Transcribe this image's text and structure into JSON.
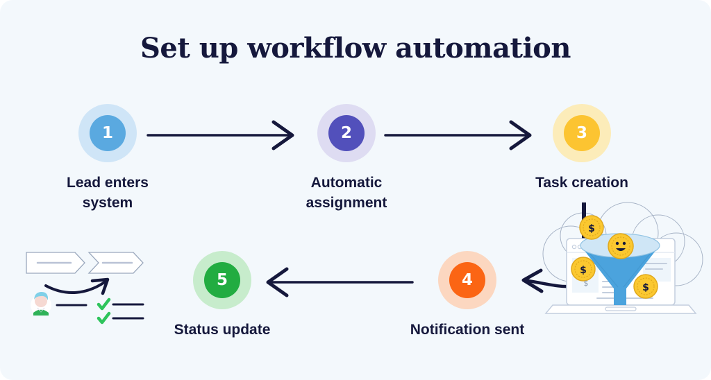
{
  "page": {
    "title": "Set up workflow automation",
    "background_color": "#f3f8fc",
    "text_color": "#15183c"
  },
  "steps": [
    {
      "number": "1",
      "label": "Lead enters system",
      "label_line1": "Lead enters",
      "label_line2": "system",
      "halo_color": "#cfe5f7",
      "bubble_color": "#5aa9e0",
      "number_color": "#ffffff"
    },
    {
      "number": "2",
      "label": "Automatic assignment",
      "label_line1": "Automatic",
      "label_line2": "assignment",
      "halo_color": "#dedcf2",
      "bubble_color": "#5250bb",
      "number_color": "#ffffff"
    },
    {
      "number": "3",
      "label": "Task creation",
      "label_line1": "Task creation",
      "label_line2": "",
      "halo_color": "#fcecb9",
      "bubble_color": "#fcc431",
      "number_color": "#ffffff"
    },
    {
      "number": "4",
      "label": "Notification sent",
      "label_line1": "Notification sent",
      "label_line2": "",
      "halo_color": "#fcd7c0",
      "bubble_color": "#fb6514",
      "number_color": "#ffffff"
    },
    {
      "number": "5",
      "label": "Status update",
      "label_line1": "Status update",
      "label_line2": "",
      "halo_color": "#c7eccc",
      "bubble_color": "#22ac41",
      "number_color": "#ffffff"
    }
  ],
  "connectors": [
    {
      "name": "arrow-step1-to-step2",
      "direction": "right",
      "style": "straight"
    },
    {
      "name": "arrow-step2-to-step3",
      "direction": "right",
      "style": "straight"
    },
    {
      "name": "arrow-step3-to-step4",
      "direction": "left",
      "style": "curved"
    },
    {
      "name": "arrow-step4-to-step5",
      "direction": "left",
      "style": "straight"
    }
  ],
  "illustrations": {
    "funnel": {
      "name": "sales-funnel-illustration",
      "elements": [
        "laptop",
        "funnel",
        "coin-smiley",
        "coin-dollar-top",
        "coin-dollar-left",
        "coin-dollar-right"
      ],
      "coin_symbol": "$",
      "funnel_color": "#4ba3dd",
      "coin_color": "#fbc830"
    },
    "workflow": {
      "name": "workflow-checklist-illustration",
      "elements": [
        "chevron-banner-left",
        "chevron-banner-right",
        "curved-arrow",
        "avatar",
        "check-row-1",
        "check-row-2"
      ],
      "check_color": "#2ec45c",
      "avatar_hair_color": "#7fd0e8"
    }
  },
  "colors": {
    "ink": "#15183c",
    "line": "#b9c2d6"
  }
}
